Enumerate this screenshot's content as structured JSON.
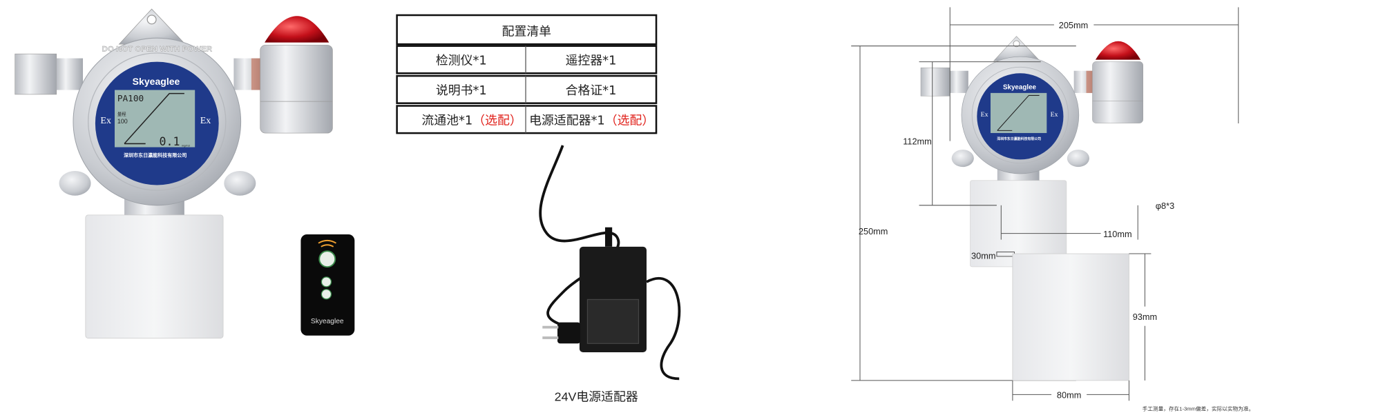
{
  "config_table": {
    "title": "配置清单",
    "rows": [
      [
        {
          "item": "检测仪*1",
          "note": ""
        },
        {
          "item": "遥控器*1",
          "note": ""
        }
      ],
      [
        {
          "item": "说明书*1",
          "note": ""
        },
        {
          "item": "合格证*1",
          "note": ""
        }
      ],
      [
        {
          "item": "流通池*1",
          "note": "（选配）"
        },
        {
          "item": "电源适配器*1",
          "note": "（选配）"
        }
      ]
    ]
  },
  "device": {
    "brand": "Skyeaglee",
    "ring_text": "DO NOT OPEN WITH POWER",
    "ex_mark": "Ex",
    "lcd_mode": "PA100",
    "lcd_range_label": "量程",
    "lcd_range": "100",
    "lcd_reading": "0.1",
    "lcd_unit": "mg/m3",
    "company": "深圳市东日瀛能科技有限公司"
  },
  "remote": {
    "brand": "Skyeaglee"
  },
  "adapter": {
    "caption": "24V电源适配器"
  },
  "dimensions": {
    "width_total": "205mm",
    "height_total": "250mm",
    "body_height": "112mm",
    "hole_spacing": "110mm",
    "holes": "φ8*3",
    "gap": "30mm",
    "box_height": "93mm",
    "box_width": "80mm",
    "footnote": "手工测量，存在1-3mm偏差，实际以实物为准。"
  },
  "colors": {
    "accent_red": "#e0201a",
    "lcd_blue": "#1f3a8a",
    "lcd_screen": "#9fb8b4"
  }
}
